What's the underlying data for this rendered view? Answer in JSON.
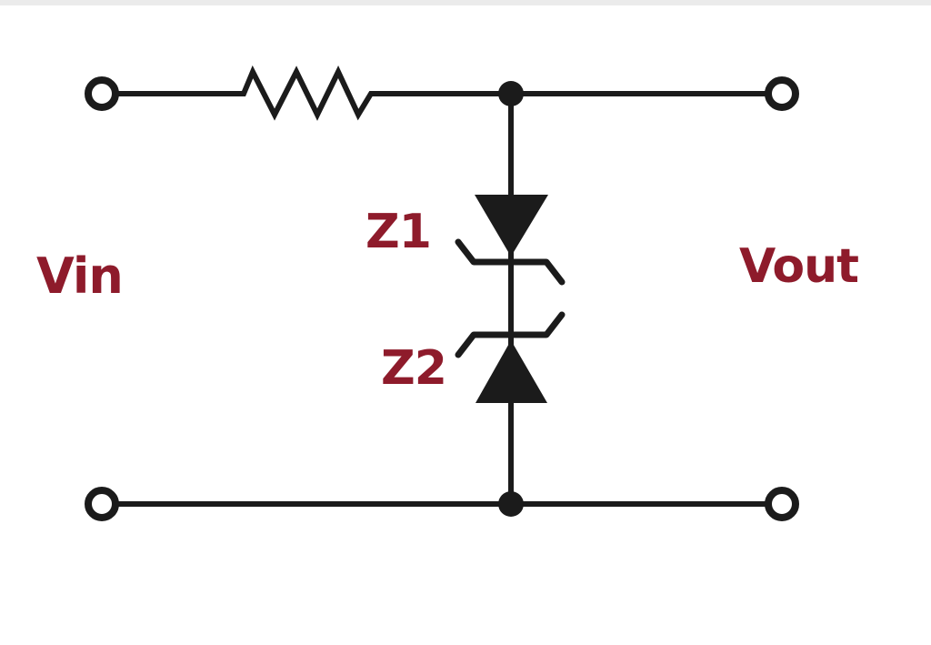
{
  "page": {
    "background": "#ffffff",
    "top_band_color": "#ebebeb"
  },
  "circuit": {
    "type": "zener-diode-clipper-schematic",
    "line_color": "#1b1b1b",
    "label_color": "#8e1b2b",
    "labels": {
      "input": "Vin",
      "output": "Vout",
      "zener_top": "Z1",
      "zener_bottom": "Z2"
    },
    "symbols": [
      "input-terminal-top",
      "input-terminal-bottom",
      "output-terminal-top",
      "output-terminal-bottom",
      "series-resistor",
      "zener-diode-z1-cathode-down",
      "zener-diode-z2-cathode-up",
      "junction-dot-top",
      "junction-dot-bottom"
    ]
  }
}
